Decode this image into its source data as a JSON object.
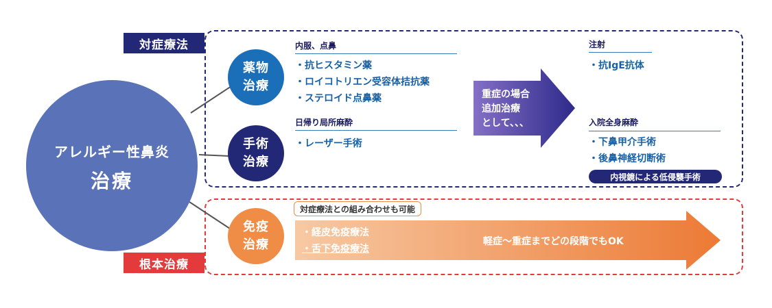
{
  "tags": {
    "symptomatic": "対症療法",
    "curative": "根本治療"
  },
  "main_circle": {
    "line1": "アレルギー性鼻炎",
    "line2": "治療"
  },
  "drug": {
    "circle_line1": "薬物",
    "circle_line2": "治療",
    "heading": "内服、点鼻",
    "items": [
      "抗ヒスタミン薬",
      "ロイコトリエン受容体拮抗薬",
      "ステロイド点鼻薬"
    ]
  },
  "surgery": {
    "circle_line1": "手術",
    "circle_line2": "治療",
    "heading": "日帰り局所麻酔",
    "items": [
      "レーザー手術"
    ]
  },
  "severe_arrow": {
    "line1": "重症の場合",
    "line2": "追加治療",
    "line3": "として、、、"
  },
  "injection": {
    "heading": "注射",
    "items": [
      "抗IgE抗体"
    ]
  },
  "hospital": {
    "heading": "入院全身麻酔",
    "items": [
      "下鼻甲介手術",
      "後鼻神経切断術"
    ],
    "badge": "内視鏡による低侵襲手術"
  },
  "immuno": {
    "circle_line1": "免疫",
    "circle_line2": "治療",
    "callout": "対症療法との組み合わせも可能",
    "items": [
      "経皮免疫療法",
      "舌下免疫療法"
    ],
    "arrow_text": "軽症〜重症までどの段階でもOK"
  },
  "colors": {
    "navy": "#232876",
    "blue": "#1761a6",
    "main_circle": "#5a72b8",
    "red": "#e33b3b",
    "orange": "#ef8c45",
    "purple": "#5b4aa6"
  }
}
